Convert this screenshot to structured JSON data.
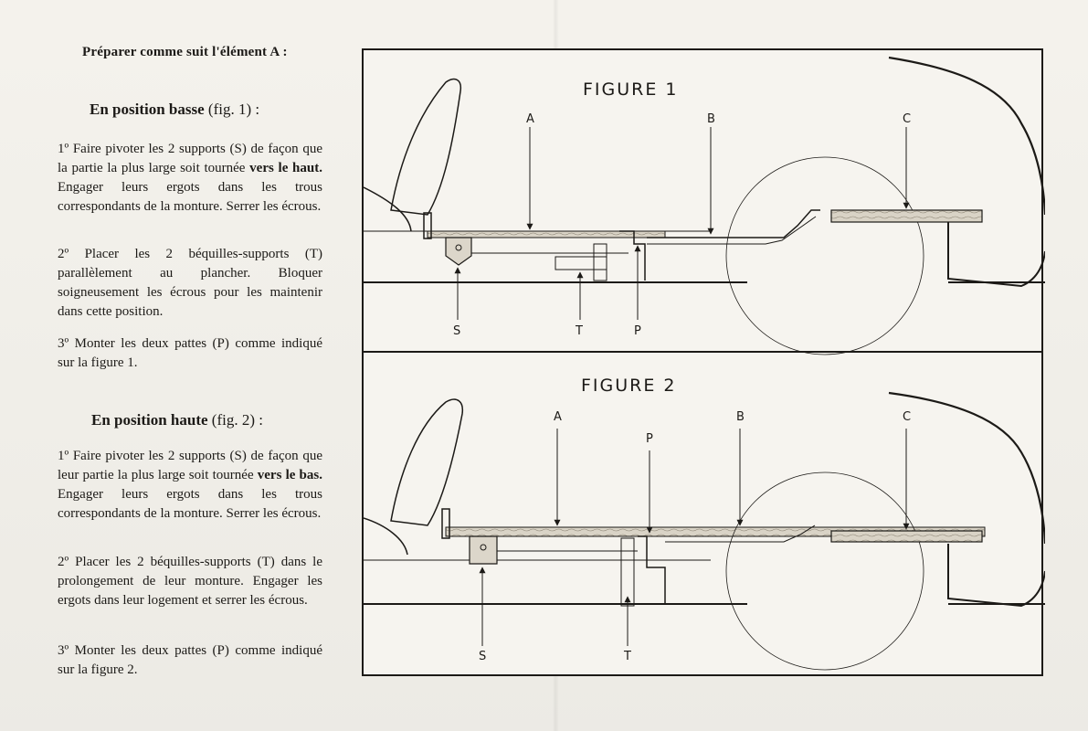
{
  "intro": "Préparer comme suit l'élément A :",
  "low": {
    "title_bold": "En position basse",
    "title_rest": " (fig. 1) :",
    "p1_a": "1º Faire pivoter les 2 supports (S) de façon que la partie la plus large soit tournée ",
    "p1_bold": "vers le haut.",
    "p1_b": " Engager leurs ergots dans les trous correspondants de la monture. Serrer les écrous.",
    "p2": "2º Placer les 2 béquilles-supports (T) parallèlement au plancher. Bloquer soigneusement les écrous pour les maintenir dans cette position.",
    "p3": "3º Monter les deux pattes (P) comme indiqué sur la figure 1."
  },
  "high": {
    "title_bold": "En position haute",
    "title_rest": " (fig. 2) :",
    "p1_a": "1º Faire pivoter les 2 supports (S) de façon que leur partie la plus large soit tournée ",
    "p1_bold": "vers le bas.",
    "p1_b": " Engager leurs ergots dans les trous correspondants de la monture. Serrer les écrous.",
    "p2": "2º Placer les 2 béquilles-supports (T) dans le prolongement de leur monture. Engager les ergots dans leur logement et serrer les écrous.",
    "p3": "3º Monter les deux pattes (P) comme indiqué sur la figure 2."
  },
  "figure1": {
    "title": "FIGURE 1",
    "labels": {
      "A": "A",
      "B": "B",
      "C": "C",
      "S": "S",
      "T": "T",
      "P": "P"
    }
  },
  "figure2": {
    "title": "FIGURE 2",
    "labels": {
      "A": "A",
      "B": "B",
      "C": "C",
      "S": "S",
      "T": "T",
      "P": "P"
    }
  },
  "colors": {
    "ink": "#1c1a17",
    "paper": "#f4f2ec",
    "wood": "#b9b2a4"
  }
}
